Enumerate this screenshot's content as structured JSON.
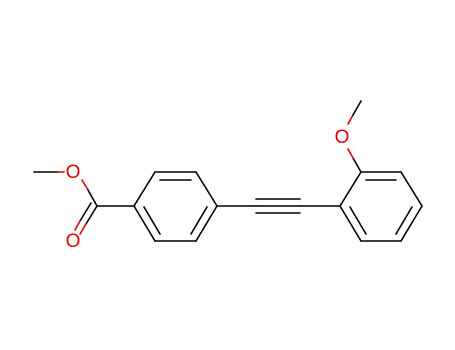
{
  "colors": {
    "bond": "#000000",
    "oxygen": "#e00000",
    "background": "#ffffff"
  },
  "atoms": {
    "ester_ether_oxygen": "O",
    "carbonyl_oxygen": "O",
    "methoxy_oxygen": "O"
  }
}
